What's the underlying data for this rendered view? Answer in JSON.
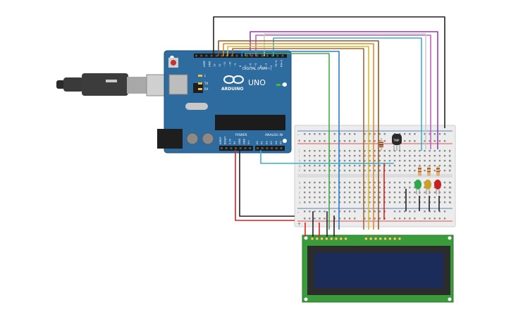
{
  "arduino": {
    "logo_text": "ARDUINO",
    "model": "UNO",
    "digital_header": "DIGITAL (PWM~)",
    "power_header": "POWER",
    "analog_header": "ANALOG IN",
    "led_labels": {
      "l": "L",
      "tx": "TX",
      "rx": "RX",
      "on": "ON"
    },
    "digital_pins": [
      "AREF",
      "GND",
      "13",
      "12",
      "~11",
      "~10",
      "~9",
      "8",
      "7",
      "~6",
      "~5",
      "4",
      "~3",
      "2",
      "TX→1",
      "RX←0"
    ],
    "power_pins": [
      "IOREF",
      "RESET",
      "3.3V",
      "5V",
      "GND",
      "GND",
      "Vin"
    ],
    "analog_pins": [
      "A0",
      "A1",
      "A2",
      "A3",
      "A4",
      "A5"
    ]
  },
  "sensor": {
    "label": "TMP"
  },
  "breadboard": {
    "row_letters_top": [
      "j",
      "i",
      "h",
      "g",
      "f"
    ],
    "row_letters_bottom": [
      "e",
      "d",
      "c",
      "b",
      "a"
    ],
    "rail_plus": "+",
    "rail_minus": "-"
  },
  "lcd": {
    "pin_count": 16
  },
  "colors": {
    "arduino_board": "#2e6b9e",
    "breadboard": "#ececec",
    "lcd_pcb": "#3a9b3a",
    "lcd_screen": "#1c2c5a",
    "wire_black": "#222222",
    "wire_red": "#d62020",
    "wire_purple": "#8e3fa8",
    "wire_orange": "#e8862a",
    "wire_yellow": "#d8b82a",
    "wire_green": "#4aa84a",
    "wire_cyan": "#3ab0c8",
    "wire_blue": "#2a7ec8",
    "wire_brown": "#8a5a2a",
    "led_green": "#2ea84a",
    "led_yellow": "#c8a02a",
    "led_red": "#c82020"
  }
}
